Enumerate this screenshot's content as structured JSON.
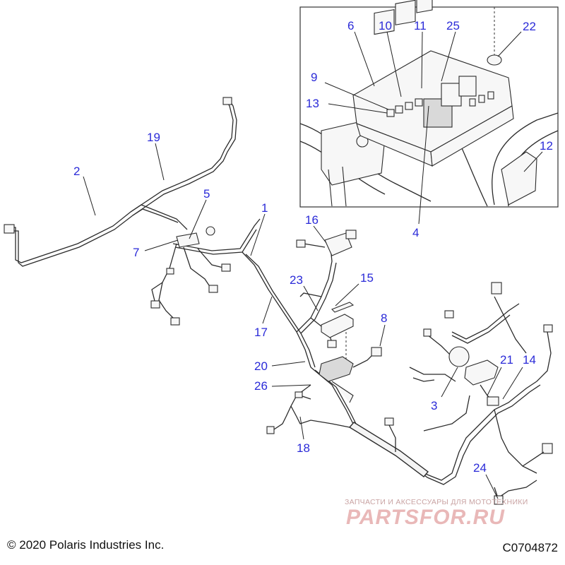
{
  "callouts": {
    "c1": "1",
    "c2": "2",
    "c3": "3",
    "c4": "4",
    "c5": "5",
    "c6": "6",
    "c7": "7",
    "c8": "8",
    "c9": "9",
    "c10": "10",
    "c11": "11",
    "c12": "12",
    "c13": "13",
    "c14": "14",
    "c15": "15",
    "c16": "16",
    "c17": "17",
    "c18": "18",
    "c19": "19",
    "c20": "20",
    "c21": "21",
    "c22": "22",
    "c23": "23",
    "c24": "24",
    "c25": "25",
    "c26": "26"
  },
  "footer": {
    "copyright": "© 2020 Polaris Industries Inc.",
    "diagram_code": "C0704872"
  },
  "watermark": {
    "tagline": "ЗАПЧАСТИ И АКСЕССУАРЫ ДЛЯ МОТОТЕХНИКИ",
    "brand": "PARTSFOR.RU"
  },
  "colors": {
    "callout": "#2a2ad8",
    "line": "#2b2b2b",
    "watermark": "#e9b8b8"
  }
}
